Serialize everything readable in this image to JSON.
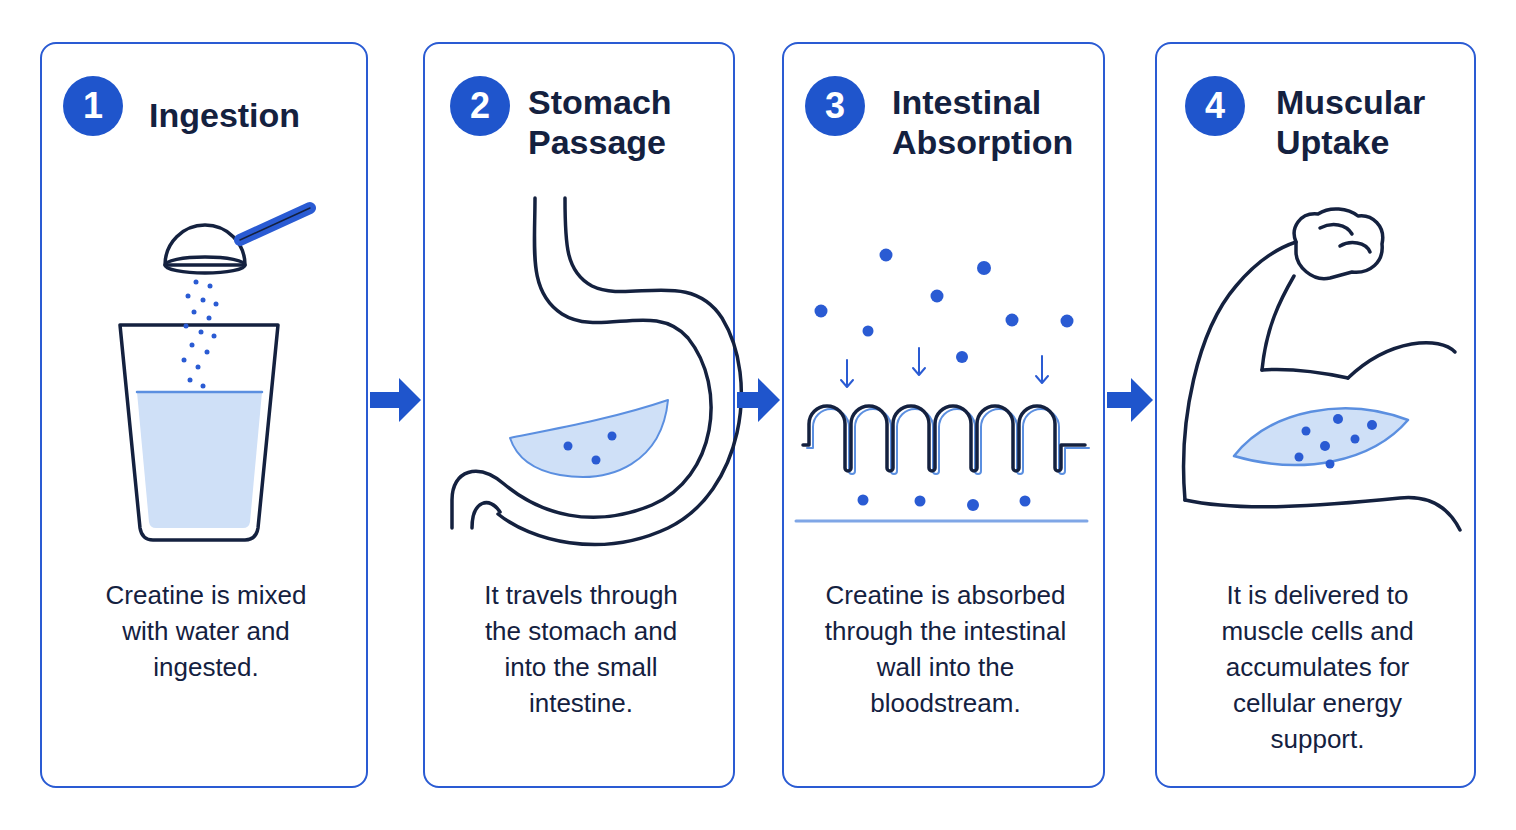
{
  "diagram": {
    "nodes": [
      {
        "text": [
          "Ingestion",
          "Creatine is mixed with water and ingested."
        ]
      },
      {
        "text": [
          "1"
        ],
        "in": 0
      },
      {
        "text": [
          "Stomach Passage",
          "It travels through the stomach and into the small intestine."
        ]
      },
      {
        "text": [
          "2"
        ],
        "in": 2
      },
      {
        "text": [
          "Intestinal Absorption",
          "Creatine is absorbed through the intestinal wall into the bloodstream."
        ]
      },
      {
        "text": [
          "3"
        ],
        "in": 4
      },
      {
        "text": [
          "Muscular Uptake",
          "It is delivered to muscle cells and accumulates for cellular energy support."
        ]
      },
      {
        "text": [
          "4"
        ],
        "in": 6
      }
    ],
    "edges": [
      {
        "from": 0,
        "to": 2,
        "arrow": "to"
      },
      {
        "from": 2,
        "to": 4,
        "arrow": "to"
      },
      {
        "from": 4,
        "to": 6,
        "arrow": "to"
      }
    ]
  }
}
